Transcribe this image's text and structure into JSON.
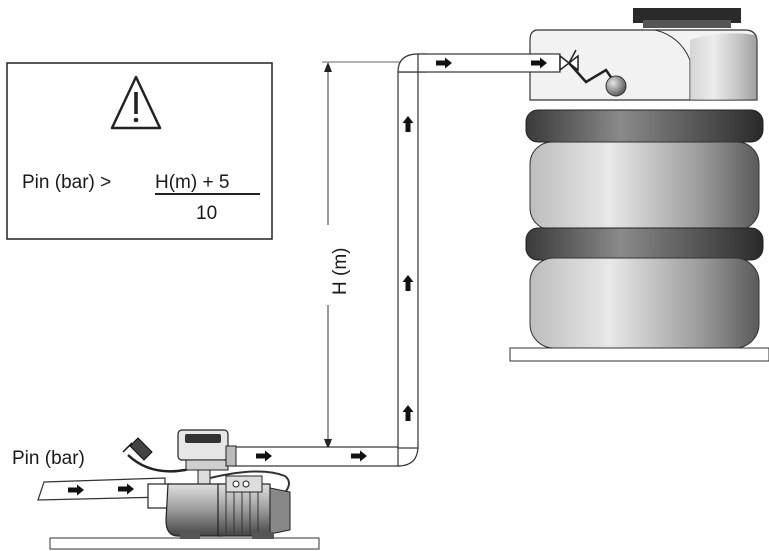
{
  "formula": {
    "lhs": "Pin (bar) >",
    "numerator": "H(m) + 5",
    "denominator": "10"
  },
  "height_label": "H (m)",
  "inlet_label": "Pin (bar)",
  "icons": {
    "warning": "warning-triangle-icon",
    "float_valve": "float-valve-icon",
    "flow_arrow": "flow-arrow-icon",
    "pump": "pump-icon",
    "tank": "tank-icon"
  }
}
